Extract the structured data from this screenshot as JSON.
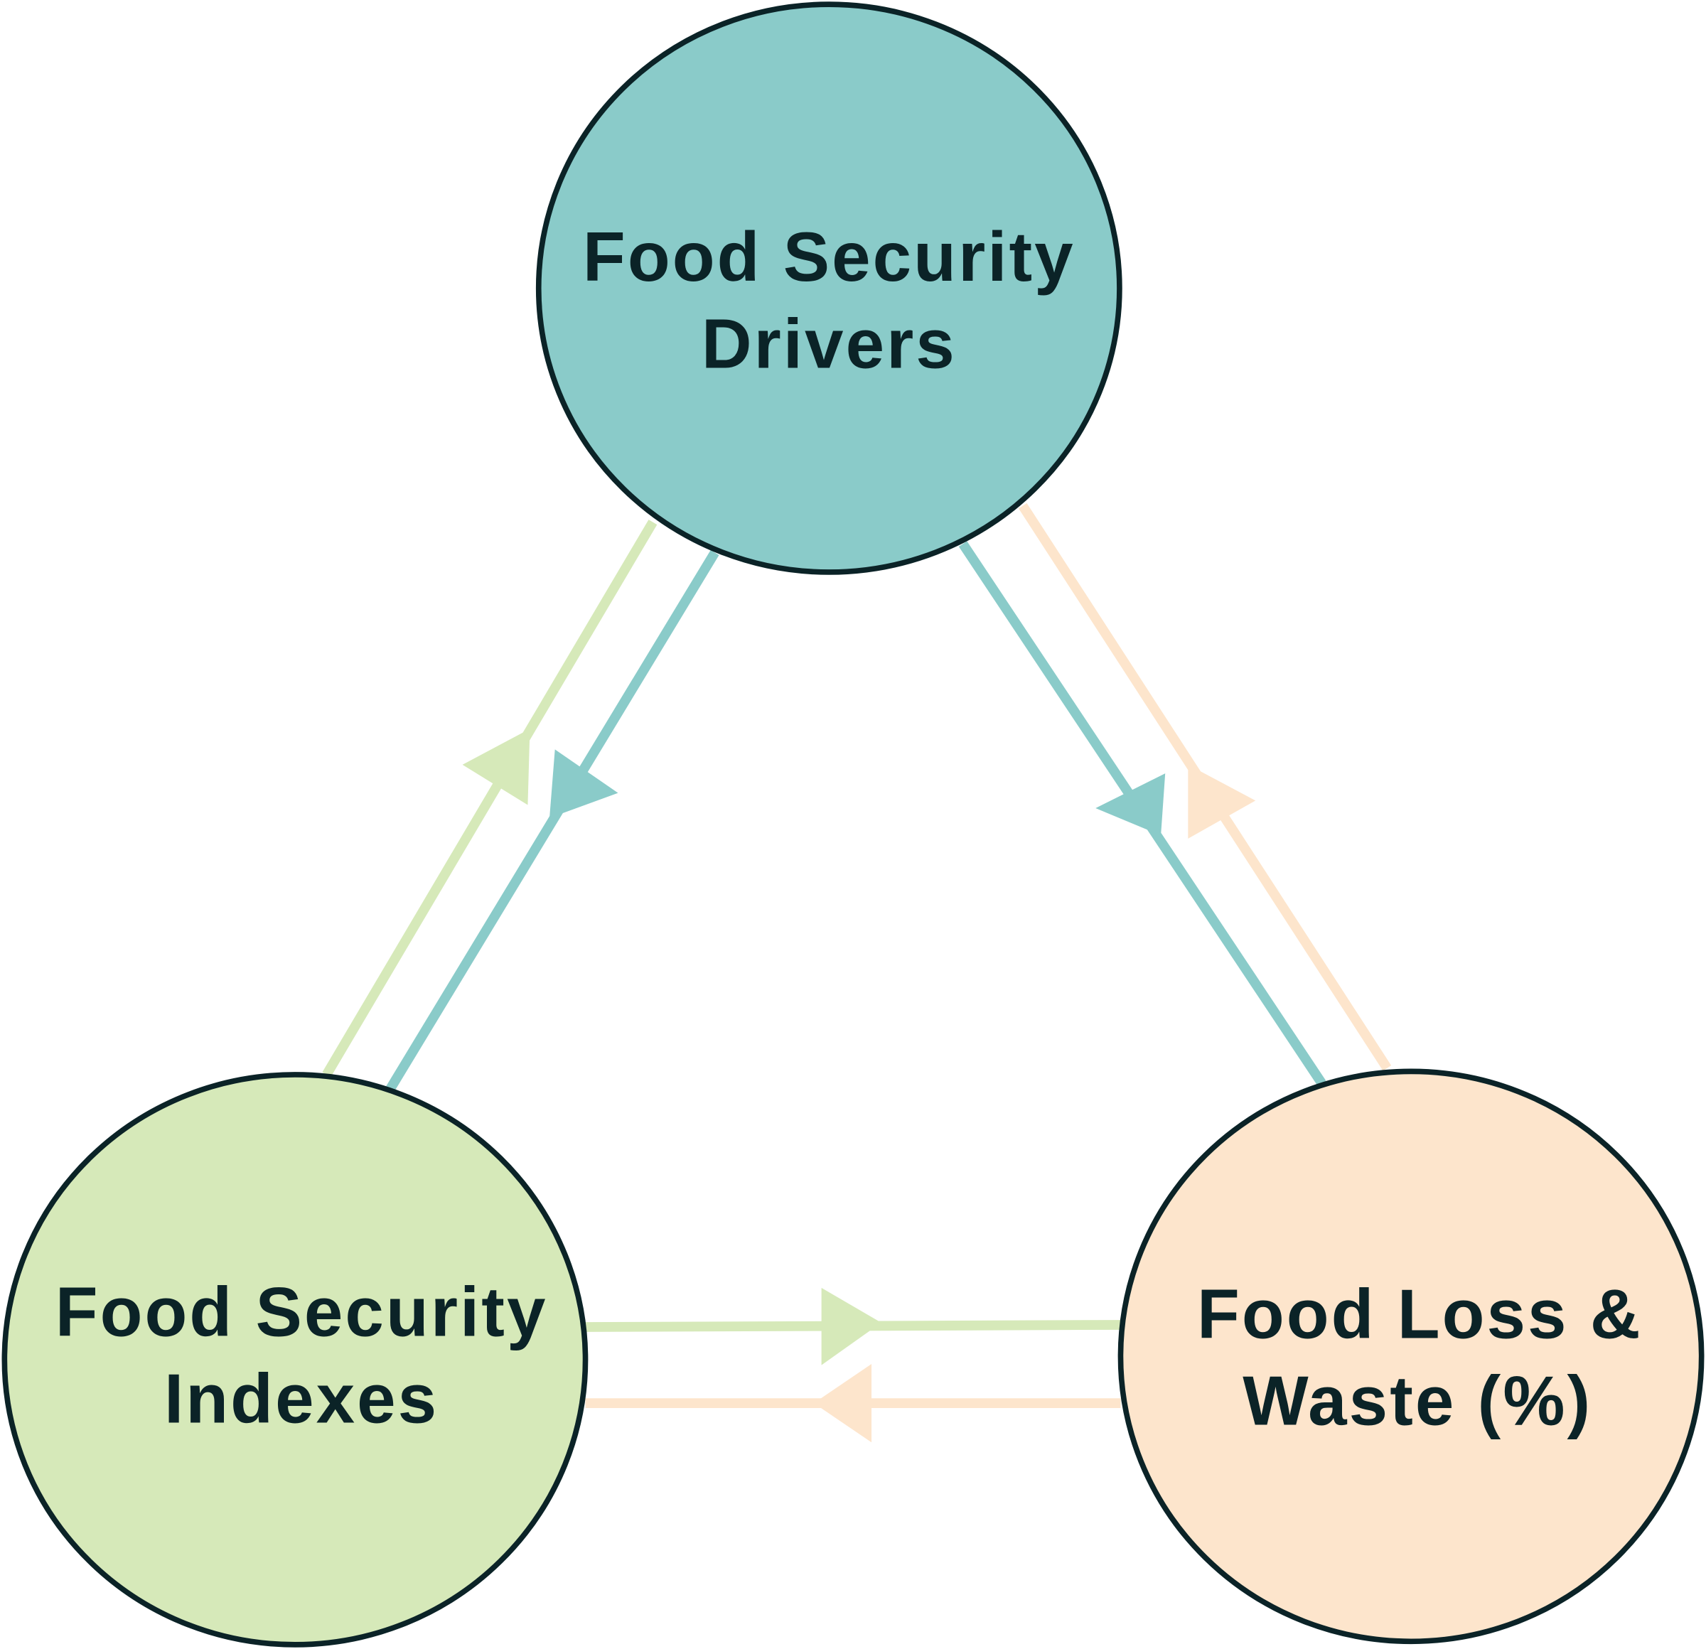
{
  "nodes": {
    "drivers": {
      "line1": "Food Security",
      "line2": "Drivers",
      "color": "#8acbc9"
    },
    "indexes": {
      "line1": "Food Security",
      "line2": "Indexes",
      "color": "#d6e9b9"
    },
    "loss": {
      "line1": "Food Loss &",
      "line2": "Waste (%)",
      "color": "#fde5cc"
    }
  },
  "colors": {
    "outline": "#0b2327"
  },
  "edges": [
    {
      "from": "indexes",
      "to": "drivers",
      "color": "#d6e9b9"
    },
    {
      "from": "drivers",
      "to": "indexes",
      "color": "#8acbc9"
    },
    {
      "from": "drivers",
      "to": "loss",
      "color": "#8acbc9"
    },
    {
      "from": "loss",
      "to": "drivers",
      "color": "#fde5cc"
    },
    {
      "from": "indexes",
      "to": "loss",
      "color": "#d6e9b9"
    },
    {
      "from": "loss",
      "to": "indexes",
      "color": "#fde5cc"
    }
  ]
}
